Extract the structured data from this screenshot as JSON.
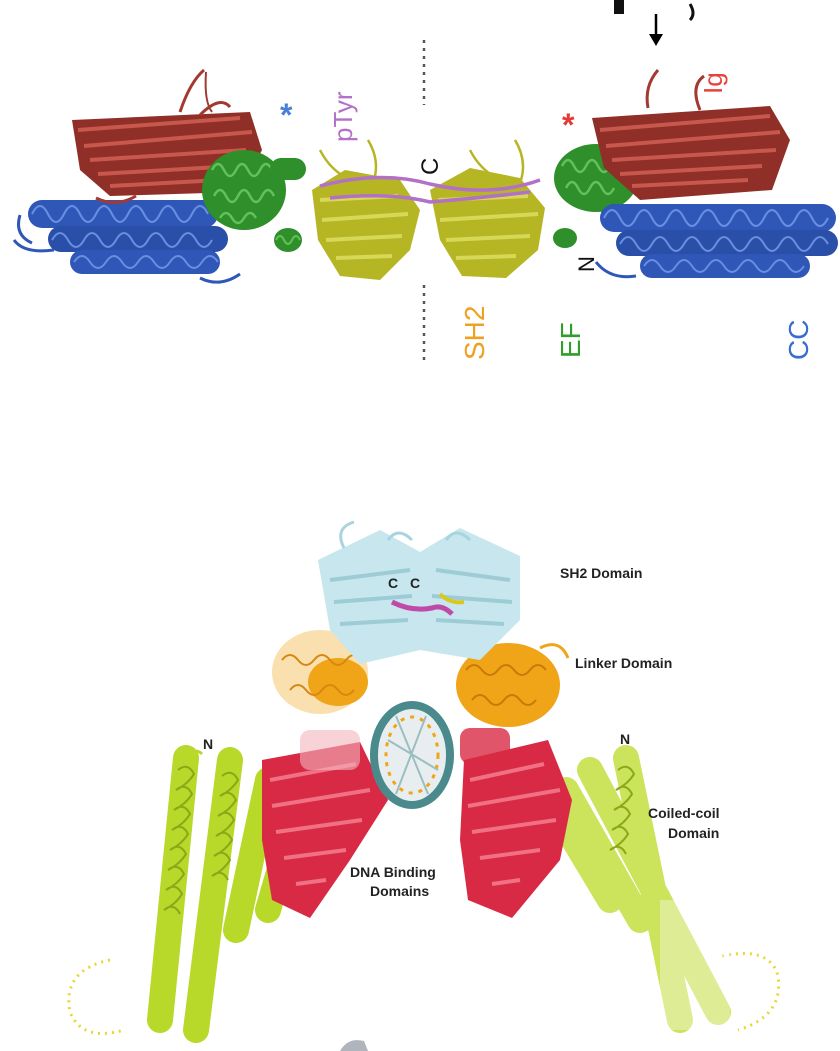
{
  "top_panel": {
    "labels": {
      "ptyr": "pTyr",
      "c_term": "C",
      "n_term": "N",
      "ig": "Ig",
      "sh2": "SH2",
      "ef": "EF",
      "cc": "CC",
      "asterisk_left": "*",
      "asterisk_right": "*"
    },
    "colors": {
      "ig": "#a23a32",
      "ef": "#2f8f2a",
      "cc": "#2f57b8",
      "sh2": "#b6b524",
      "ptyr": "#b370c7",
      "sh2_label": "#f0a020",
      "ig_label": "#e8423a",
      "cc_label": "#3a6bd0",
      "asterisk_left": "#4a7fd8",
      "asterisk_right": "#e33a33"
    }
  },
  "bottom_panel": {
    "labels": {
      "sh2_domain": "SH2 Domain",
      "linker_domain": "Linker Domain",
      "coiled_coil_line1": "Coiled-coil",
      "coiled_coil_line2": "Domain",
      "dna_binding_line1": "DNA Binding",
      "dna_binding_line2": "Domains",
      "n_left": "N",
      "n_right": "N",
      "c_left": "C",
      "c_right": "C"
    },
    "colors": {
      "sh2": "#c7e6ee",
      "linker": "#f0a418",
      "dna_binding": "#d82a44",
      "coiled_coil": "#b8d82a",
      "dna": "#4a8a8c",
      "peptide": "#c04aa8"
    }
  }
}
